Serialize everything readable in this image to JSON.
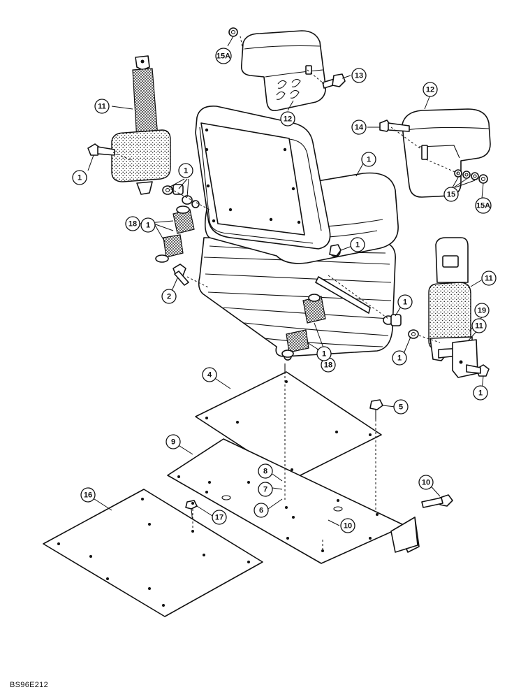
{
  "drawing": {
    "code": "BS96E212",
    "ink_color": "#111111",
    "paper_color": "#ffffff"
  },
  "callouts": [
    {
      "id": "c-15a-top",
      "label": "15A"
    },
    {
      "id": "c-13",
      "label": "13"
    },
    {
      "id": "c-12-top",
      "label": "12"
    },
    {
      "id": "c-11-left",
      "label": "11"
    },
    {
      "id": "c-12-right",
      "label": "12"
    },
    {
      "id": "c-14",
      "label": "14"
    },
    {
      "id": "c-1-a",
      "label": "1"
    },
    {
      "id": "c-1-b",
      "label": "1"
    },
    {
      "id": "c-1-c",
      "label": "1"
    },
    {
      "id": "c-15",
      "label": "15"
    },
    {
      "id": "c-15a-right",
      "label": "15A"
    },
    {
      "id": "c-18-left",
      "label": "18"
    },
    {
      "id": "c-1-d",
      "label": "1"
    },
    {
      "id": "c-1-e",
      "label": "1"
    },
    {
      "id": "c-2",
      "label": "2"
    },
    {
      "id": "c-11-right",
      "label": "11"
    },
    {
      "id": "c-1-f",
      "label": "1"
    },
    {
      "id": "c-19",
      "label": "19"
    },
    {
      "id": "c-11-right2",
      "label": "11"
    },
    {
      "id": "c-1-g",
      "label": "1"
    },
    {
      "id": "c-1-h",
      "label": "1"
    },
    {
      "id": "c-18-right",
      "label": "18"
    },
    {
      "id": "c-1-i",
      "label": "1"
    },
    {
      "id": "c-4",
      "label": "4"
    },
    {
      "id": "c-5",
      "label": "5"
    },
    {
      "id": "c-9",
      "label": "9"
    },
    {
      "id": "c-8",
      "label": "8"
    },
    {
      "id": "c-7",
      "label": "7"
    },
    {
      "id": "c-6",
      "label": "6"
    },
    {
      "id": "c-10-right",
      "label": "10"
    },
    {
      "id": "c-16",
      "label": "16"
    },
    {
      "id": "c-17",
      "label": "17"
    },
    {
      "id": "c-10-mid",
      "label": "10"
    }
  ]
}
